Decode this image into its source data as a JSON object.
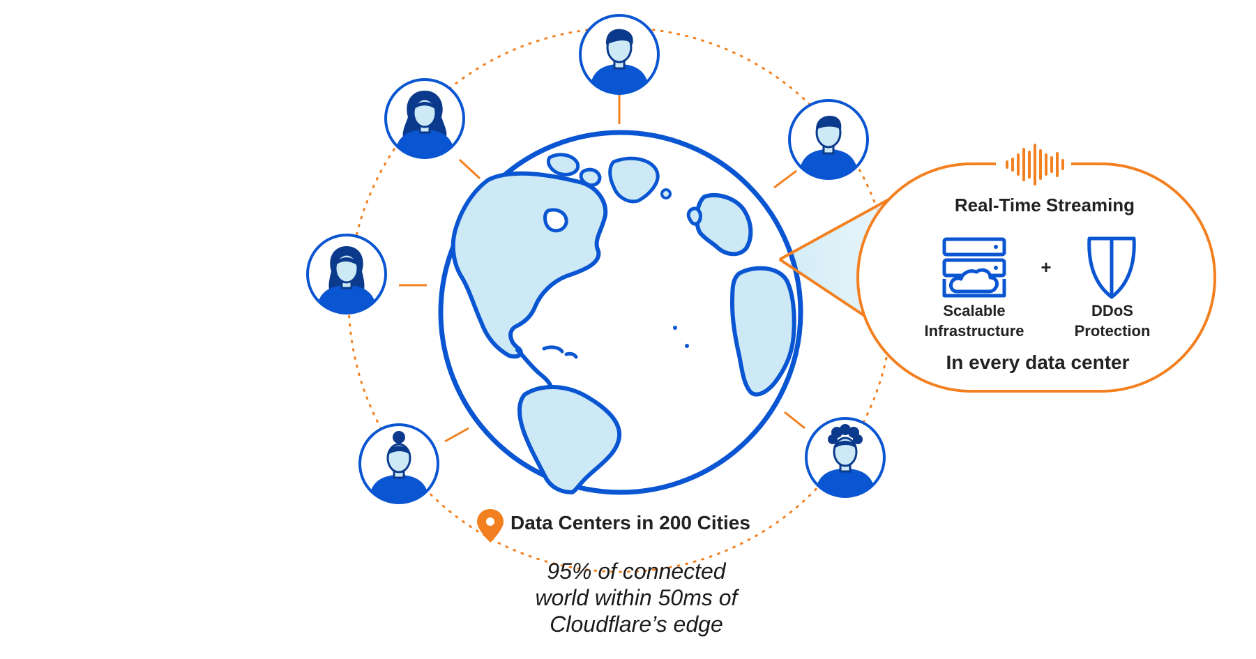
{
  "callout": {
    "title": "Real-Time Streaming",
    "item_left_line1": "Scalable",
    "item_left_line2": "Infrastructure",
    "plus": "+",
    "item_right_line1": "DDoS",
    "item_right_line2": "Protection",
    "footer": "In every data center"
  },
  "location_label": "Data Centers in 200 Cities",
  "caption": {
    "line1": "95% of connected",
    "line2": "world within 50ms of",
    "line3": "Cloudflare’s edge"
  },
  "colors": {
    "primary_blue": "#0a55d1",
    "dark_blue": "#0b3a8c",
    "light_blue": "#cce9f5",
    "accent_orange": "#f38020",
    "text": "#222222"
  },
  "icons": {
    "globe": "globe-icon",
    "user": "user-avatar-icon",
    "streaming": "sound-wave-icon",
    "infrastructure": "server-cloud-icon",
    "protection": "shield-icon",
    "location": "map-pin-icon"
  }
}
